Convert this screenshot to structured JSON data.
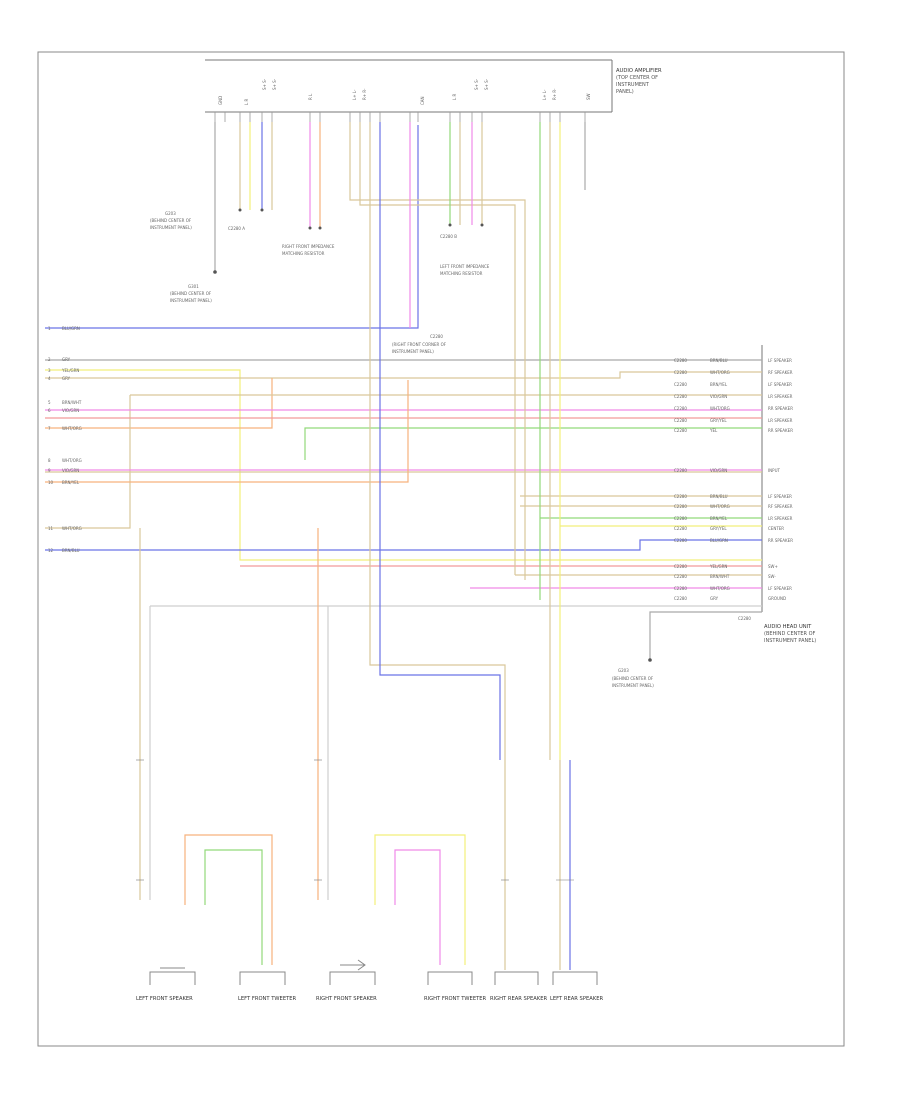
{
  "components": {
    "amplifier_top": "AUDIO AMPLIFIER",
    "head_unit_right": "AUDIO HEAD UNIT",
    "lf_speaker": "LEFT FRONT SPEAKER",
    "lf_tweeter": "LEFT FRONT TWEETER",
    "rf_speaker": "RIGHT FRONT SPEAKER",
    "rf_tweeter": "RIGHT FRONT TWEETER",
    "rr_speaker": "RIGHT REAR SPEAKER",
    "lr_speaker": "LEFT REAR SPEAKER"
  },
  "footer": "",
  "colors": {
    "blue": "#6b73e6",
    "yellow": "#f2ef7a",
    "magenta": "#f08ae8",
    "orange": "#f7b27d",
    "tan": "#d9c79b",
    "green": "#92d97a",
    "gray": "#a9a9a9",
    "red": "#f29a9a",
    "frame": "#777777"
  }
}
